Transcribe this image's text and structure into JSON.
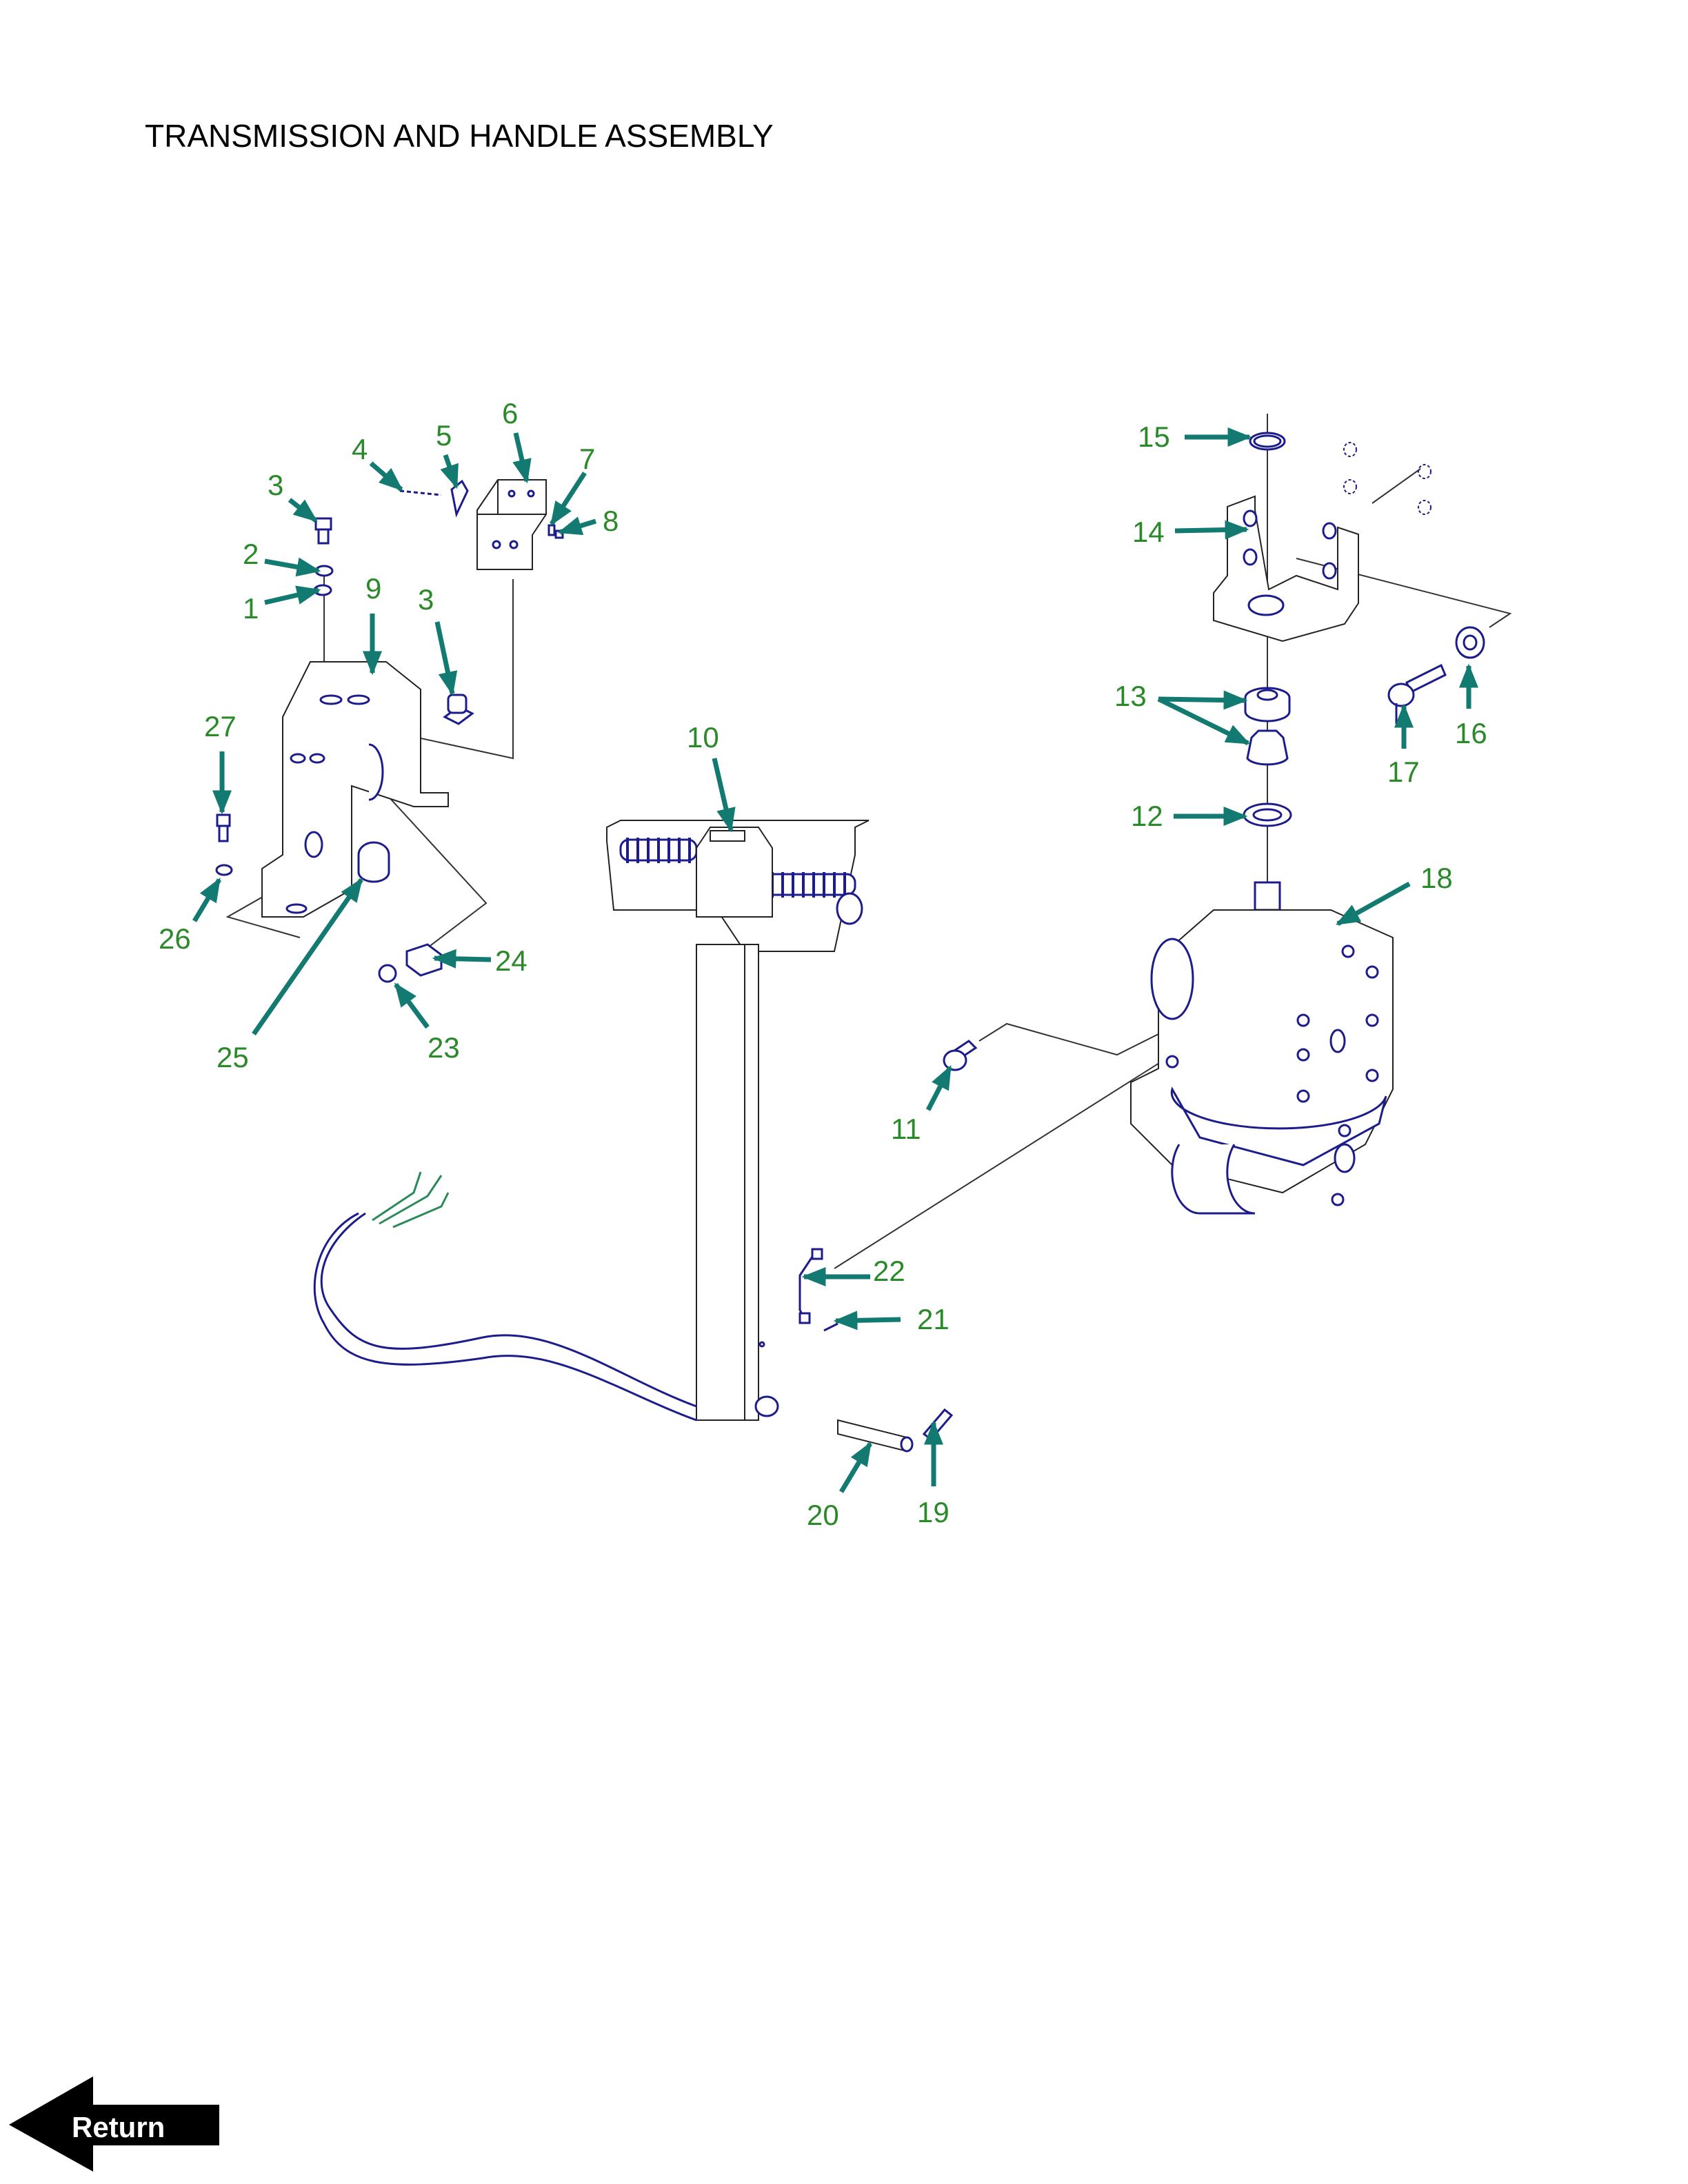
{
  "title": "TRANSMISSION AND HANDLE ASSEMBLY",
  "return_label": "Return",
  "colors": {
    "callout_text": "#2a8a2a",
    "callout_arrow": "#137a72",
    "part_outline": "#1c1c8c"
  },
  "callouts": [
    "1",
    "2",
    "3",
    "4",
    "5",
    "6",
    "7",
    "8",
    "9",
    "3",
    "10",
    "11",
    "12",
    "13",
    "14",
    "15",
    "16",
    "17",
    "18",
    "19",
    "20",
    "21",
    "22",
    "23",
    "24",
    "25",
    "26",
    "27"
  ]
}
